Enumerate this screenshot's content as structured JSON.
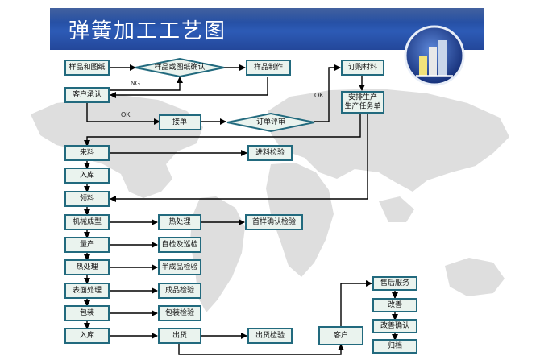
{
  "title": "弹簧加工工艺图",
  "colors": {
    "header": "#2d5bb6",
    "node_fill": "#eaf3ee",
    "node_stroke": "#226a7e",
    "map": "#d9d9d9"
  },
  "nodes": {
    "sample_drawing": "样品和图纸",
    "confirm": "样品或图纸确认",
    "sample_make": "样品制作",
    "customer_confirm": "客户承认",
    "purchase": "订购材料",
    "schedule": "安排生产\n生产任务单",
    "order": "接单",
    "order_review": "订单评审",
    "incoming": "来料",
    "incoming_check": "进料检验",
    "stock_in1": "入库",
    "pick": "领料",
    "forming": "机械成型",
    "heat1": "热处理",
    "first_check": "首样确认检验",
    "mass": "量产",
    "self_check": "自检及巡检",
    "heat2": "热处理",
    "semi_check": "半成品检验",
    "surface": "表面处理",
    "final_check": "成品检验",
    "pack": "包装",
    "pack_check": "包装检验",
    "stock_in2": "入库",
    "ship": "出货",
    "ship_check": "出货检验",
    "customer": "客户",
    "after_sales": "售后服务",
    "improve": "改善",
    "improve_confirm": "改善确认",
    "archive": "归档"
  },
  "edge_labels": {
    "ng": "NG",
    "ok1": "OK",
    "ok2": "OK"
  }
}
